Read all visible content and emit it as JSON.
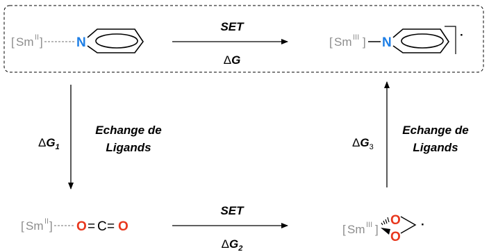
{
  "colors": {
    "samarium": "#8c8c8c",
    "nitrogen": "#1e7fe6",
    "oxygen": "#e8371d",
    "text": "#000000"
  },
  "top_left": {
    "sm": "Sm",
    "ox": "II",
    "n": "N"
  },
  "top_right": {
    "sm": "Sm",
    "ox": "III",
    "n": "N",
    "radical": "·"
  },
  "top_arrow": {
    "above": "SET",
    "below_delta": "Δ",
    "below_g": "G"
  },
  "left_arrow": {
    "delta": "Δ",
    "g": "G",
    "sub": "1",
    "label_line1": "Echange de",
    "label_line2": "Ligands"
  },
  "right_arrow": {
    "delta": "Δ",
    "g": "G",
    "sub": "3",
    "label_line1": "Echange de",
    "label_line2": "Ligands"
  },
  "bottom_left": {
    "sm": "Sm",
    "ox": "II",
    "o1": "O",
    "eq1": "=",
    "c": "C",
    "eq2": "=",
    "o2": "O"
  },
  "bottom_arrow": {
    "above": "SET",
    "below_delta": "Δ",
    "below_g": "G",
    "below_sub": "2"
  },
  "bottom_right": {
    "sm": "Sm",
    "ox": "III",
    "o_top": "O",
    "o_bottom": "O",
    "radical": "·"
  }
}
